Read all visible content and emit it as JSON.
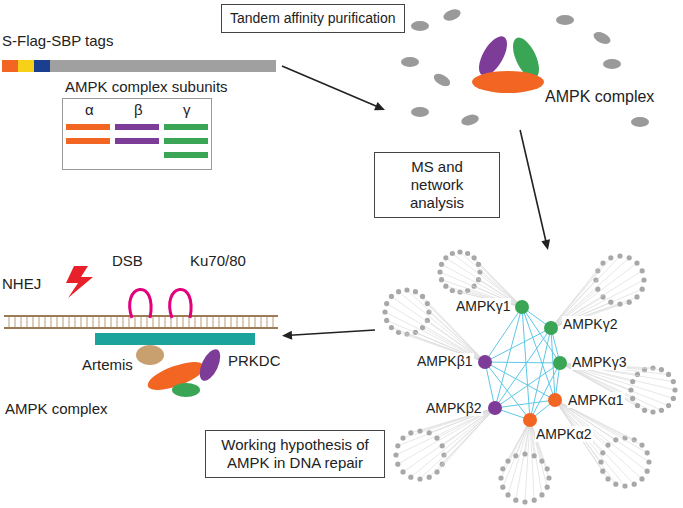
{
  "diagram": {
    "nodes": [
      {
        "text": [
          "S-Flag-SBP tags"
        ]
      },
      {
        "text": [
          "Tandem affinity purification"
        ]
      },
      {
        "text": [
          "AMPK complex"
        ]
      },
      {
        "text": [
          "AMPK complex subunits",
          "α",
          "β",
          "γ"
        ]
      },
      {
        "text": [
          "MS and network analysis"
        ]
      },
      {
        "text": [
          "AMPKγ1",
          "AMPKγ2",
          "AMPKβ1",
          "AMPKγ3",
          "AMPKβ2",
          "AMPKα1",
          "AMPKα2"
        ]
      },
      {
        "text": [
          "NHEJ",
          "DSB",
          "Ku70/80",
          "PRKDC",
          "Artemis",
          "AMPK complex"
        ]
      },
      {
        "text": [
          "Working hypothesis of AMPK in DNA repair"
        ]
      }
    ],
    "edges": [
      {
        "from": 0,
        "to": 2,
        "arrow": "to"
      },
      {
        "from": 2,
        "to": 5,
        "arrow": "to"
      },
      {
        "from": 5,
        "to": 6,
        "arrow": "to"
      }
    ]
  }
}
